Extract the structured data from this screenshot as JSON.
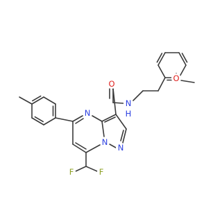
{
  "colors": {
    "bond": "#3a3a3a",
    "nitrogen": "#2b3fe0",
    "oxygen": "#e0221f",
    "fluorine": "#8da026",
    "background": "#ffffff"
  },
  "labels": {
    "amide_o": "O",
    "amide_n": "N",
    "amide_h": "H",
    "pyrimidine_n": "N",
    "bridge_n": "N",
    "pyrazole_n": "N",
    "methoxy_o": "O",
    "fluorine_left": "F",
    "fluorine_right": "F"
  }
}
